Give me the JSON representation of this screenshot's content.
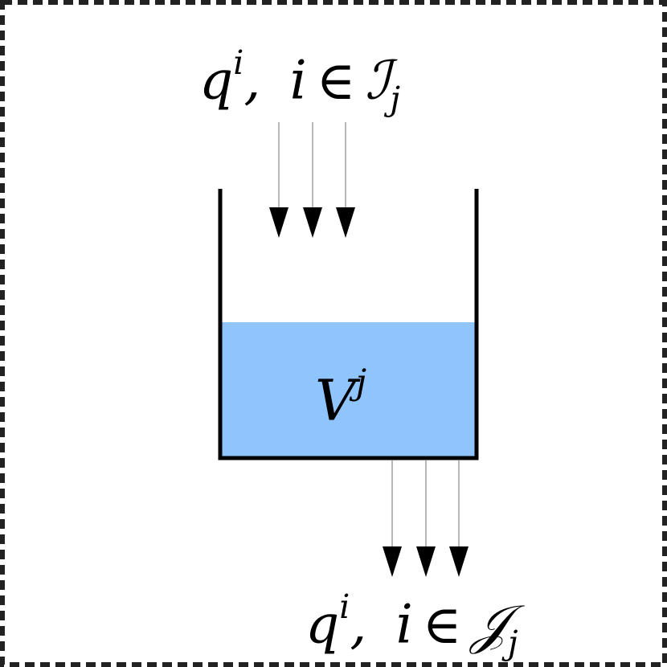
{
  "diagram": {
    "inflow": {
      "var": "q",
      "sup": "i",
      "sep": ",",
      "index": "i",
      "relation": "∈",
      "set": "ℐ",
      "sub": "j"
    },
    "outflow": {
      "var": "q",
      "sup": "i",
      "sep": ",",
      "index": "i",
      "relation": "∈",
      "set": "𝒥",
      "sub": "j"
    },
    "volume": {
      "var": "V",
      "sup": "j"
    },
    "colors": {
      "water": "#90c4fc",
      "walls": "#000000",
      "arrows": "#000000",
      "border": "#222222"
    }
  }
}
